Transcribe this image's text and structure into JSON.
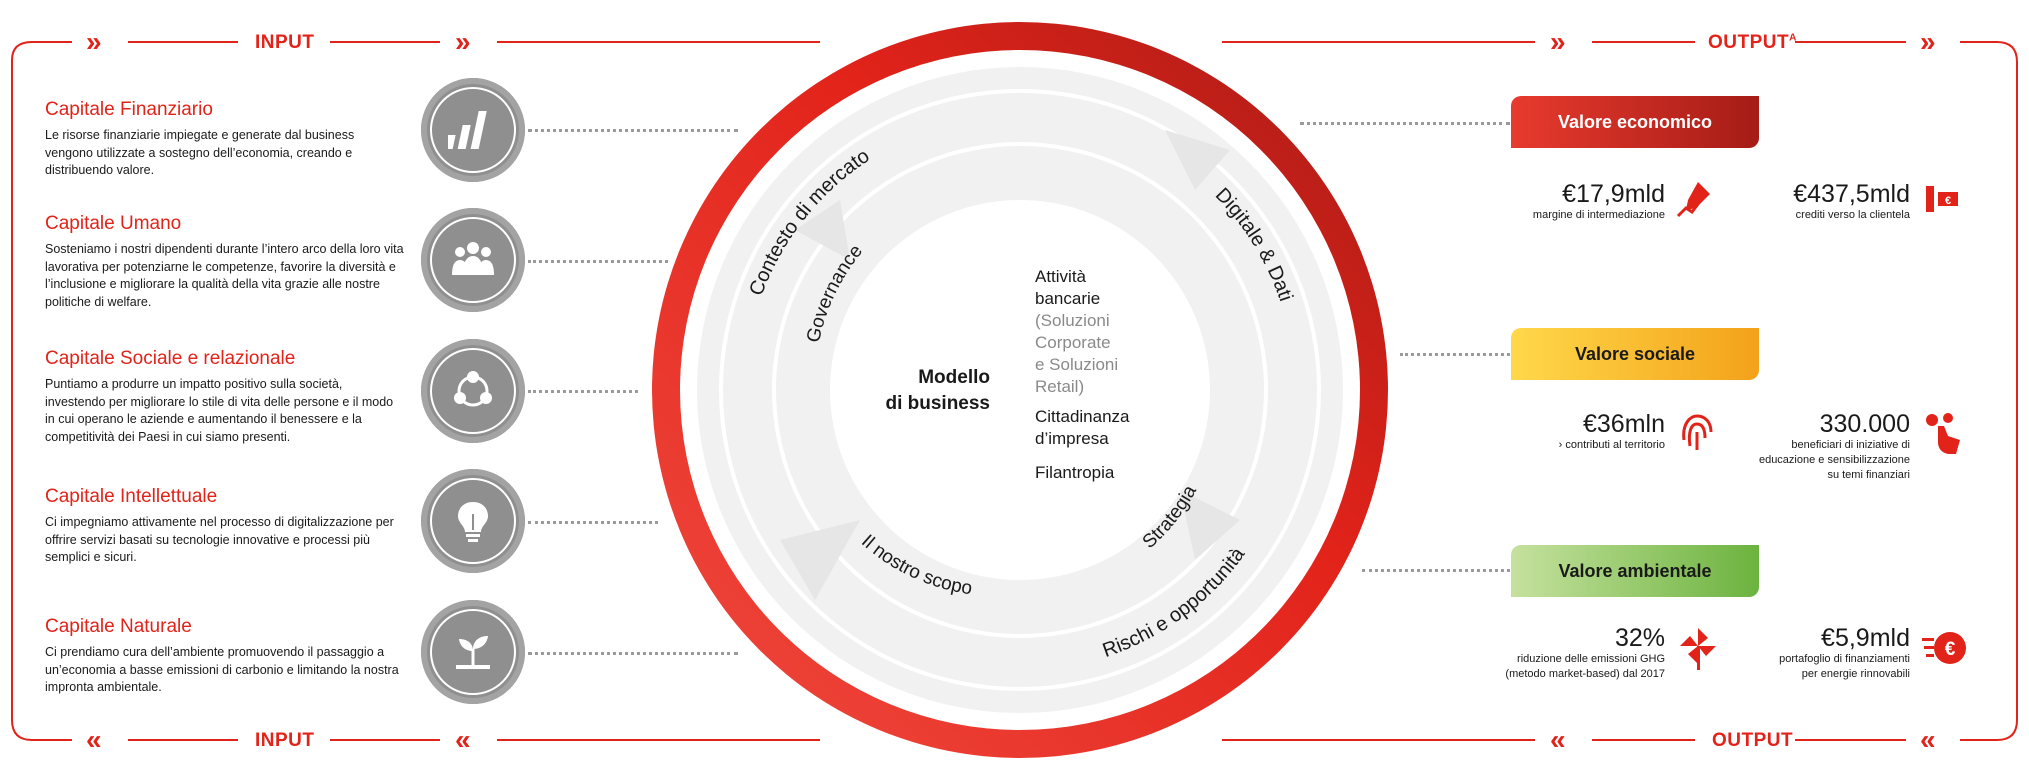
{
  "header": {
    "input_label": "INPUT",
    "output_label": "OUTPUT",
    "output_superscript": "A",
    "footer_input_label": "INPUT",
    "footer_output_label": "OUTPUT"
  },
  "inputs": [
    {
      "title": "Capitale Finanziario",
      "description": "Le risorse finanziarie impiegate e generate dal business vengono utilizzate a sostegno dell’economia, creando e distribuendo valore.",
      "icon": "bar-chart-icon"
    },
    {
      "title": "Capitale Umano",
      "description": "Sosteniamo i nostri dipendenti durante l’intero arco della loro vita lavorativa per potenziarne le competenze, favorire la diversità e l’inclusione e migliorare la qualità della vita grazie alle nostre politiche di welfare.",
      "icon": "people-icon"
    },
    {
      "title": "Capitale Sociale e relazionale",
      "description": "Puntiamo a produrre un impatto positivo sulla società, investendo per migliorare lo stile di vita delle persone e il modo in cui operano le aziende e aumentando il benessere e la competitività dei Paesi in cui siamo presenti.",
      "icon": "network-icon"
    },
    {
      "title": "Capitale Intellettuale",
      "description": "Ci impegniamo attivamente nel processo di digitalizzazione per offrire servizi basati su tecnologie innovative e processi più semplici e sicuri.",
      "icon": "lightbulb-icon"
    },
    {
      "title": "Capitale Naturale",
      "description": "Ci prendiamo cura dell’ambiente promuovendo il passaggio a un’economia a basse emissioni di carbonio e limitando la nostra impronta ambientale.",
      "icon": "sprout-icon"
    }
  ],
  "wheel": {
    "outer_top_left": "Contesto di mercato",
    "outer_top_right": "Digitale & Dati",
    "outer_bottom_right": "Rischi e opportunità",
    "inner_top_left": "Governance",
    "inner_bottom_left": "Il nostro scopo",
    "inner_bottom_right": "Strategia",
    "center_title_line1": "Modello",
    "center_title_line2": "di business",
    "activities": {
      "a1_line1": "Attività",
      "a1_line2": "bancarie",
      "a1_sub1": "(Soluzioni",
      "a1_sub2": "Corporate",
      "a1_sub3": "e Soluzioni",
      "a1_sub4": "Retail)",
      "a2_line1": "Cittadinanza",
      "a2_line2": "d’impresa",
      "a3": "Filantropia"
    }
  },
  "outputs": {
    "economic": {
      "title": "Valore economico",
      "m1_value": "€17,9mld",
      "m1_label": "margine di intermediazione",
      "m1_icon": "pen-chart-icon",
      "m2_value": "€437,5mld",
      "m2_label": "crediti verso la clientela",
      "m2_icon": "hand-euro-icon"
    },
    "social": {
      "title": "Valore sociale",
      "m1_value": "€36mln",
      "m1_label": "› contributi al territorio",
      "m1_icon": "fingerprint-icon",
      "m2_value": "330.000",
      "m2_label1": "beneficiari di iniziative di",
      "m2_label2": "educazione e sensibilizzazione",
      "m2_label3": "su temi finanziari",
      "m2_icon": "hand-click-icon"
    },
    "environmental": {
      "title": "Valore ambientale",
      "m1_value": "32%",
      "m1_label1": "riduzione delle emissioni GHG",
      "m1_label2": "(metodo market-based) dal 2017",
      "m1_icon": "pinwheel-icon",
      "m2_value": "€5,9mld",
      "m2_label1": "portafoglio di finanziamenti",
      "m2_label2": "per energie rinnovabili",
      "m2_icon": "euro-coin-icon"
    }
  },
  "colors": {
    "brand_red": "#e2231a",
    "dark_red": "#a51c16",
    "social_start": "#ffd84a",
    "social_end": "#f3a21a",
    "env_start": "#c5e19e",
    "env_end": "#6cb33f",
    "icon_grey": "#8f8f8f"
  }
}
